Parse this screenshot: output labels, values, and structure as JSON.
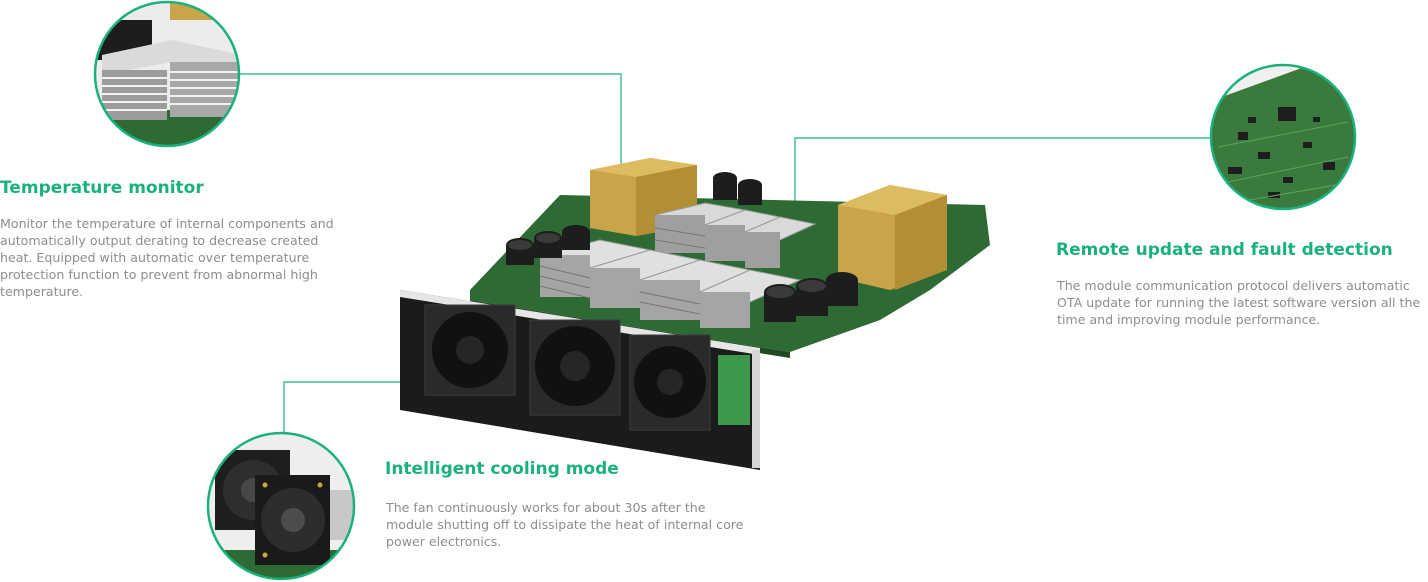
{
  "colors": {
    "accent": "#1bb17d",
    "text_muted": "#8d8d8d",
    "pcb_green": "#2f6b33",
    "heatsink_silver": "#d8d8d8",
    "capacitor_black": "#222222",
    "transformer_gold": "#c9a448"
  },
  "features": [
    {
      "title": "Temperature monitor",
      "description": "Monitor the temperature of internal components and automatically output derating to decrease created heat. Equipped with automatic over temperature protection function to prevent from abnormal high temperature.",
      "icon": "heatsink-closeup-icon"
    },
    {
      "title": "Remote update and fault detection",
      "description": "The module communication protocol delivers automatic OTA update for running the latest software version all the time and improving module performance.",
      "icon": "circuit-board-closeup-icon"
    },
    {
      "title": "Intelligent cooling mode",
      "description": "The fan continuously works for about 30s after the module shutting off to dissipate the heat of internal core power electronics.",
      "icon": "cooling-fan-closeup-icon"
    }
  ]
}
